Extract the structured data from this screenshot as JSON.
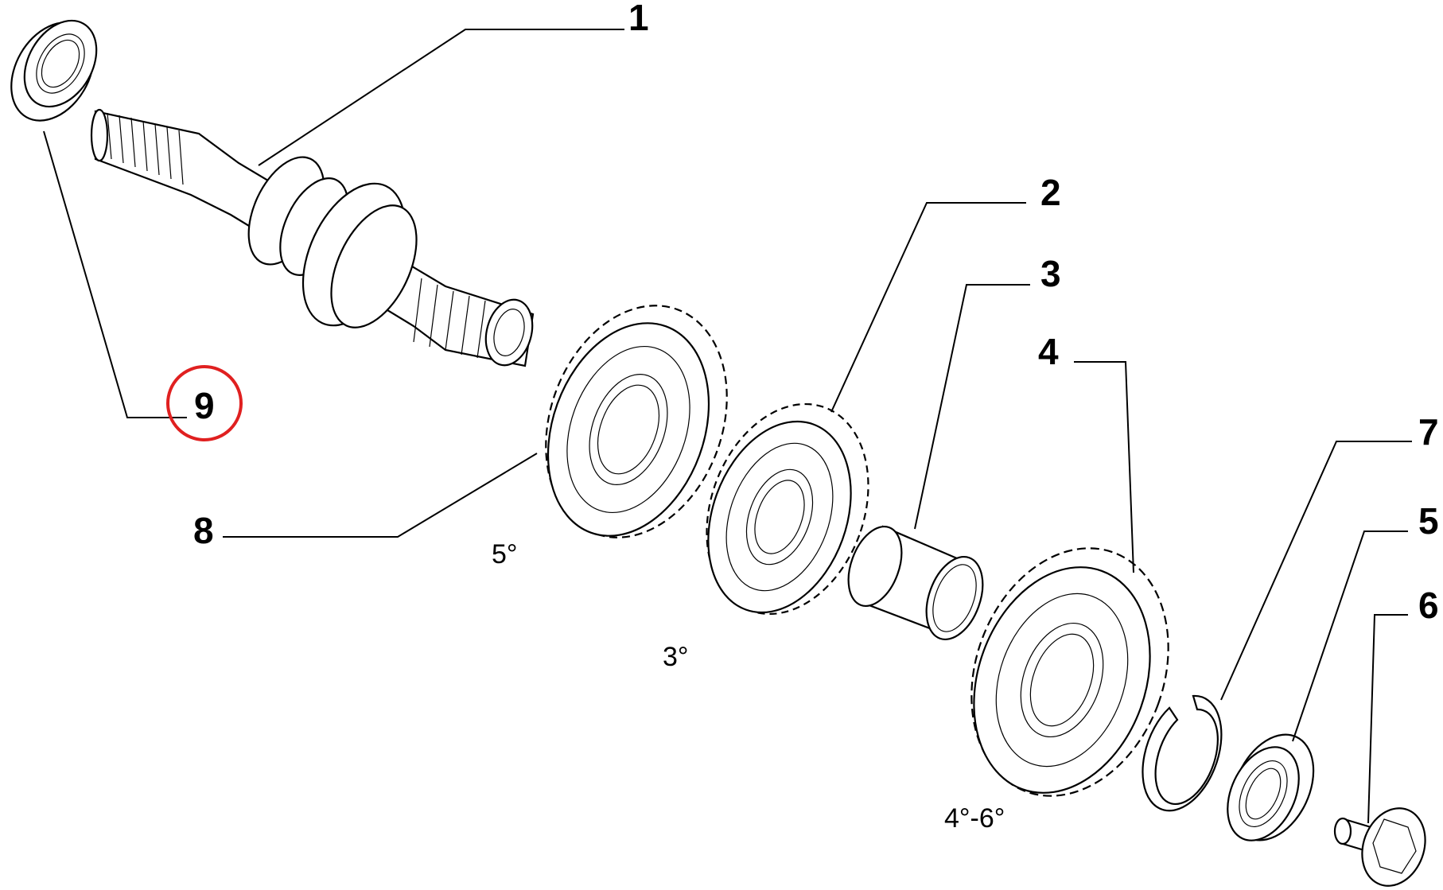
{
  "callouts": [
    {
      "id": "1",
      "text": "1"
    },
    {
      "id": "2",
      "text": "2"
    },
    {
      "id": "3",
      "text": "3"
    },
    {
      "id": "4",
      "text": "4"
    },
    {
      "id": "5",
      "text": "5"
    },
    {
      "id": "6",
      "text": "6"
    },
    {
      "id": "7",
      "text": "7"
    },
    {
      "id": "8",
      "text": "8"
    },
    {
      "id": "9",
      "text": "9"
    }
  ],
  "gear_labels": {
    "fifth": "5°",
    "third": "3°",
    "fourth_sixth": "4°-6°"
  },
  "highlight": {
    "target": "9",
    "color": "#e02020"
  },
  "colors": {
    "line": "#000000",
    "background": "#ffffff"
  }
}
